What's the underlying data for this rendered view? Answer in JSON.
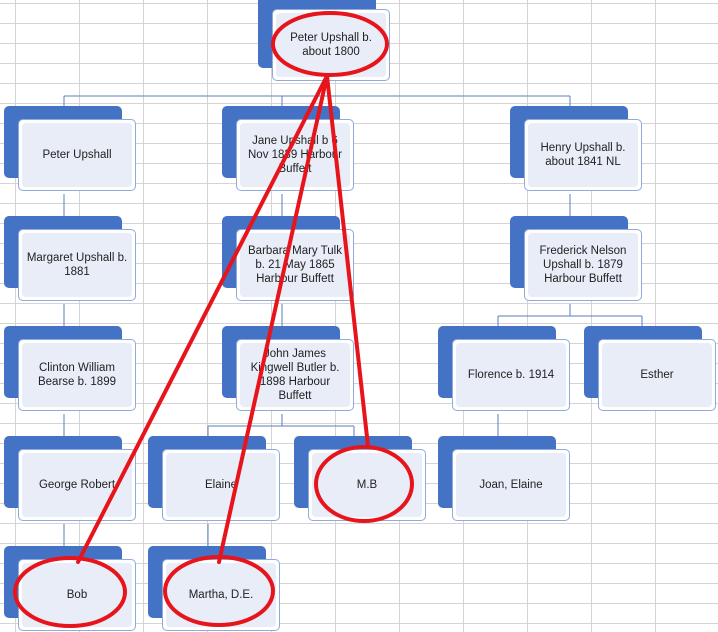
{
  "nodes": {
    "peter_1800": "Peter Upshall b. about 1800",
    "peter": "Peter Upshall",
    "jane": "Jane Upshall b 6 Nov 1839 Harbour Buffett",
    "henry": "Henry Upshall b. about 1841 NL",
    "margaret": "Margaret Upshall b. 1881",
    "barbara": "Barbara Mary Tulk b. 21 May 1865 Harbour Buffett",
    "frederick": "Frederick Nelson Upshall b. 1879 Harbour Buffett",
    "clinton": "Clinton William Bearse b. 1899",
    "john": "John James Kingwell Butler b. 1898 Harbour Buffett",
    "florence": "Florence b. 1914",
    "esther": "Esther",
    "george": "George Robert",
    "elaine": "Elaine",
    "mb": "M.B",
    "joan": "Joan, Elaine",
    "bob": "Bob",
    "martha": "Martha, D.E."
  },
  "colors": {
    "node_back": "#4472c4",
    "connector": "#5b7fbf",
    "annotation": "#e8141c"
  }
}
